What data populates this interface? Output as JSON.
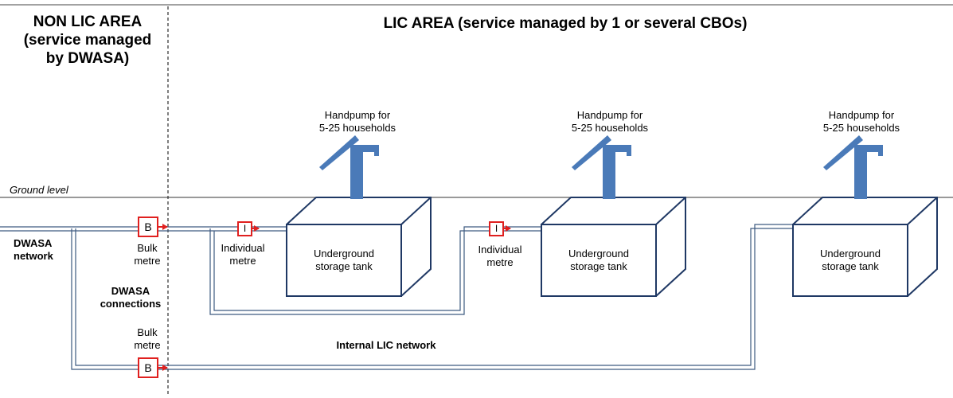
{
  "headers": {
    "non_lic_line1": "NON LIC AREA",
    "non_lic_line2": "(service managed",
    "non_lic_line3": "by DWASA)",
    "lic": "LIC AREA (service managed by 1 or several CBOs)"
  },
  "ground_level_label": "Ground level",
  "dwasa_network": {
    "line1": "DWASA",
    "line2": "network"
  },
  "dwasa_connections": {
    "line1": "DWASA",
    "line2": "connections"
  },
  "bulk_metre_label": {
    "line1": "Bulk",
    "line2": "metre"
  },
  "individual_metre_label": {
    "line1": "Individual",
    "line2": "metre"
  },
  "bulk_metre_symbol": "B",
  "individual_metre_symbol": "I",
  "handpump_label": {
    "line1": "Handpump for",
    "line2": "5-25 households"
  },
  "tank_label": {
    "line1": "Underground",
    "line2": "storage tank"
  },
  "internal_network_label": "Internal LIC network",
  "colors": {
    "pipe": "#3d5a80",
    "tank": "#1f3864",
    "pump": "#4a7ab8",
    "metre": "#e0201f",
    "ground": "#333333"
  }
}
